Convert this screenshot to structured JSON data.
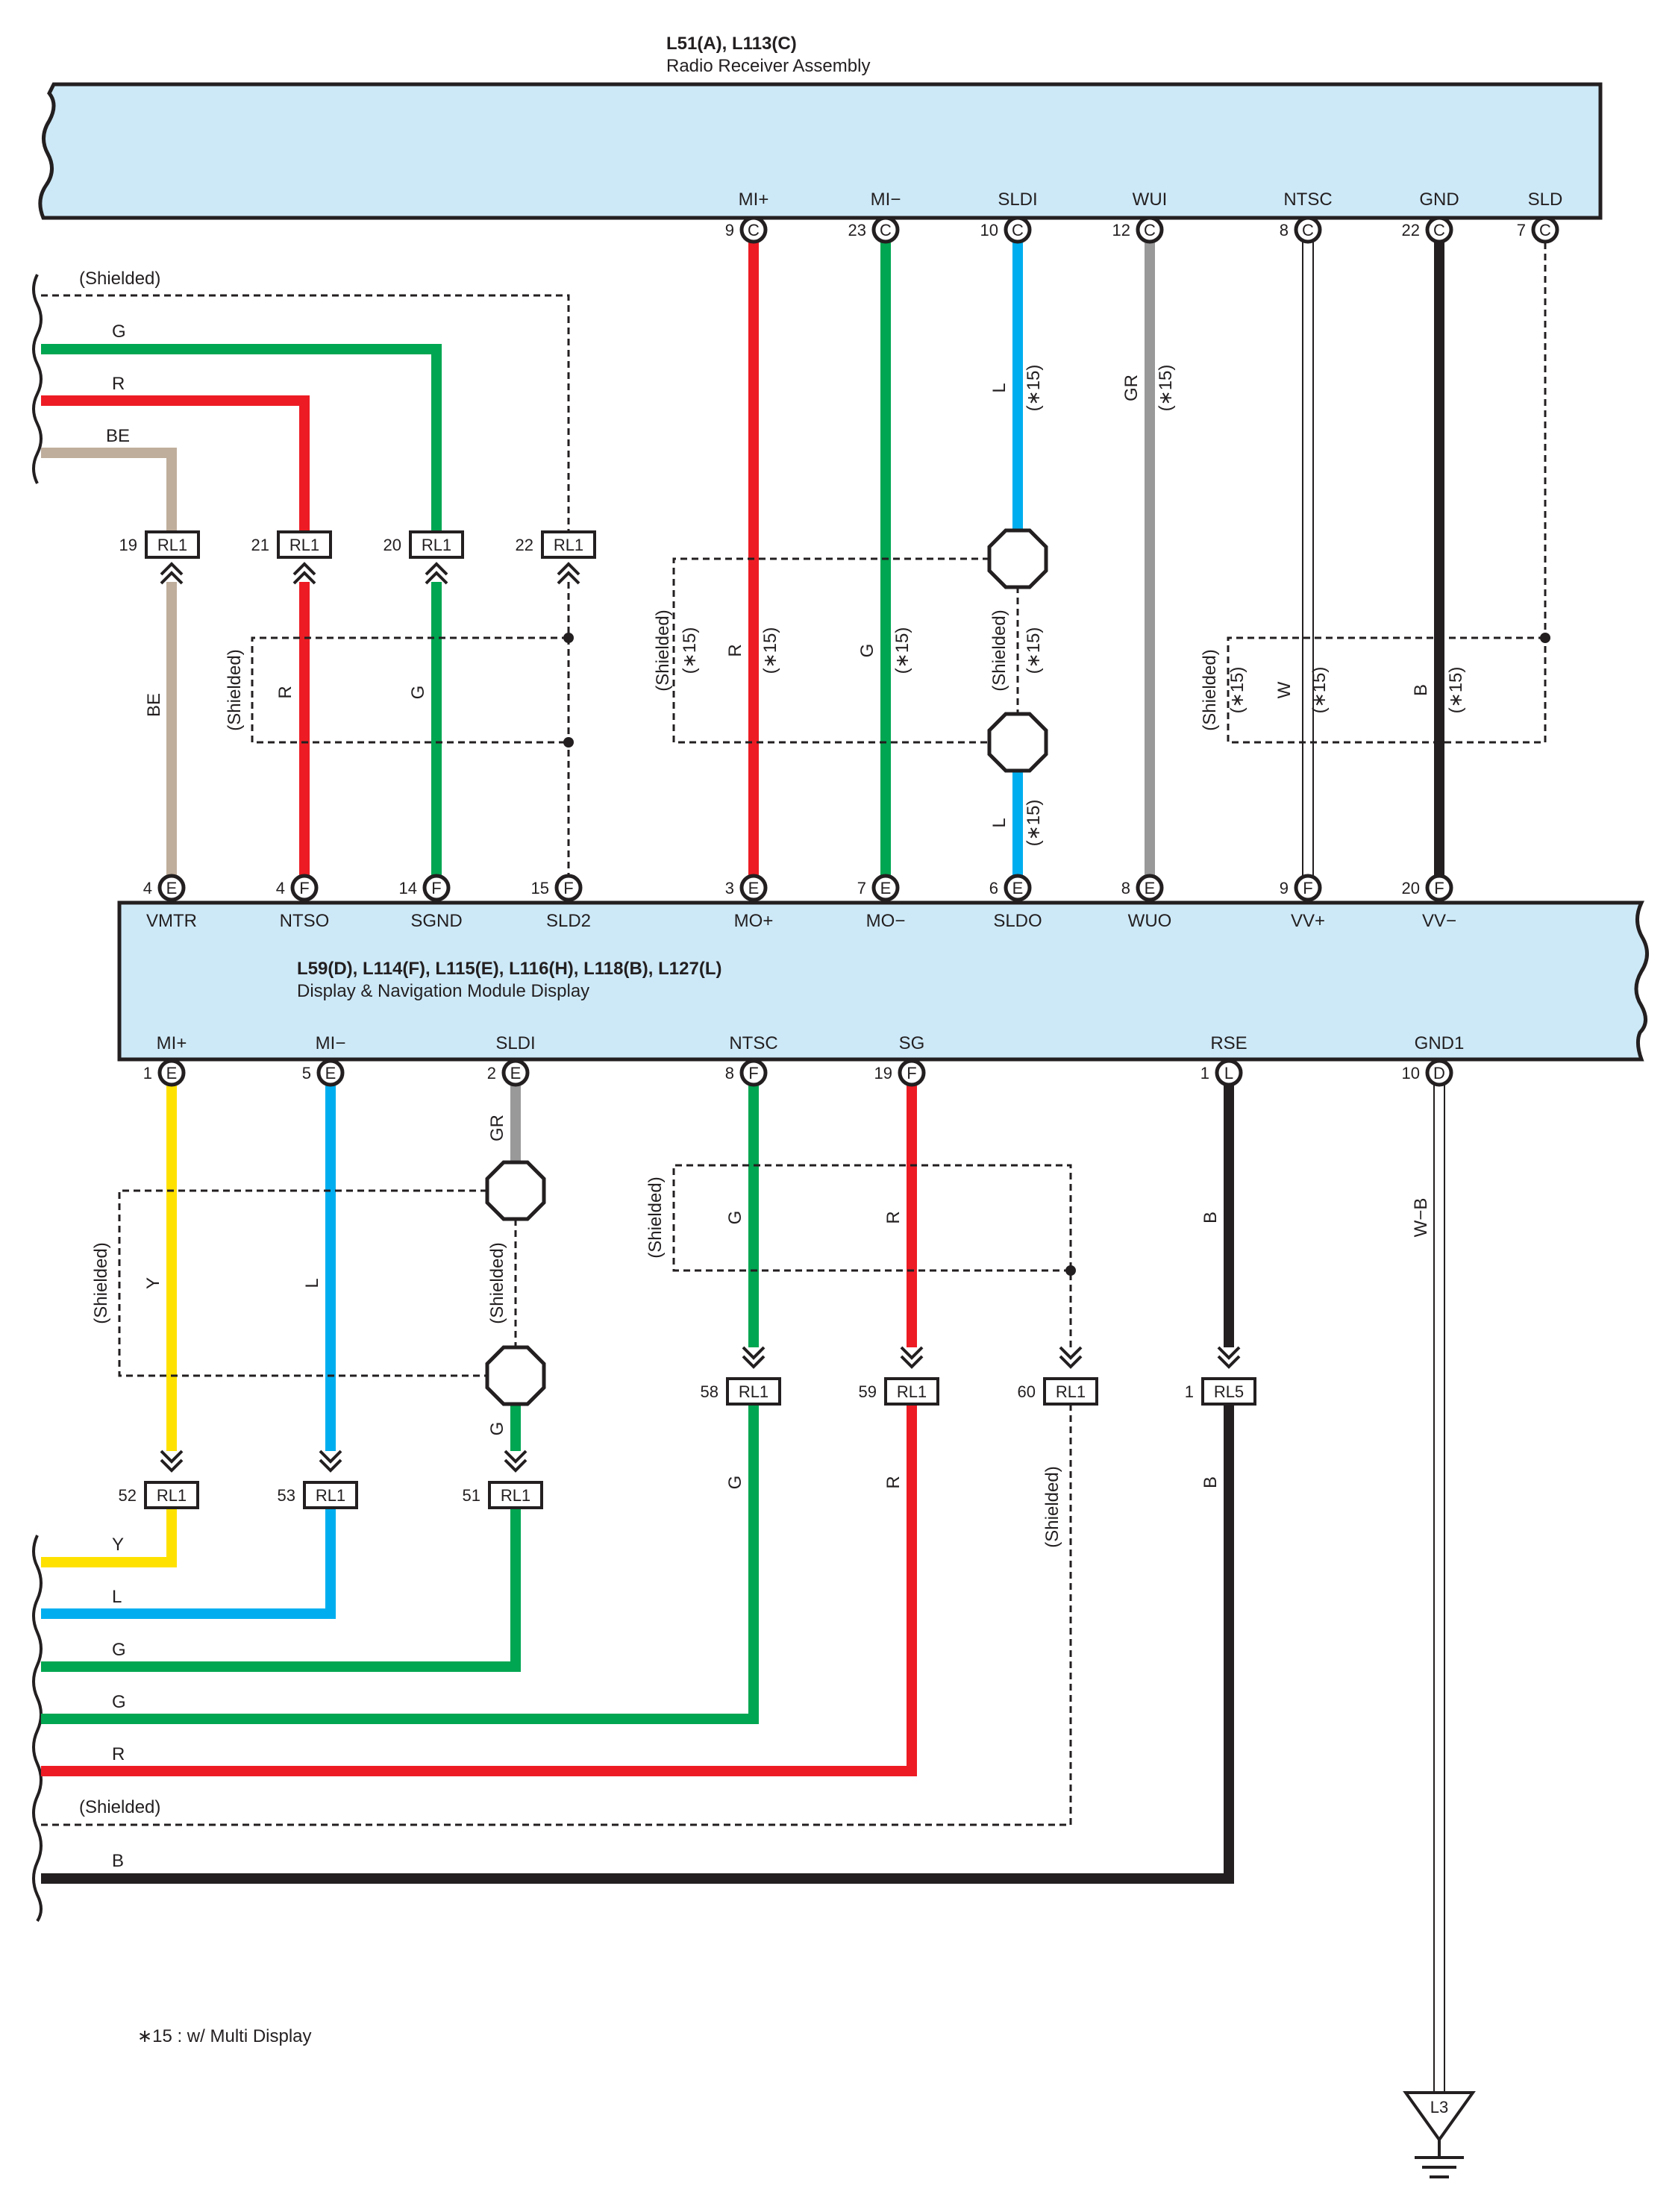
{
  "colors": {
    "module_fill": "#cde9f8",
    "red": "#ed1c24",
    "green": "#00a651",
    "blue": "#00aeef",
    "gray": "#999999",
    "beige": "#bfae9c",
    "yellow": "#ffe100",
    "black": "#231f20",
    "white_wire": "#ffffff"
  },
  "radio_receiver": {
    "title": "L51(A), L113(C)",
    "subtitle": "Radio Receiver Assembly",
    "pins": [
      {
        "id": "mi_plus",
        "name": "MI+",
        "num": "9",
        "conn": "C"
      },
      {
        "id": "mi_minus",
        "name": "MI−",
        "num": "23",
        "conn": "C"
      },
      {
        "id": "sldi",
        "name": "SLDI",
        "num": "10",
        "conn": "C"
      },
      {
        "id": "wui",
        "name": "WUI",
        "num": "12",
        "conn": "C"
      },
      {
        "id": "ntsc",
        "name": "NTSC",
        "num": "8",
        "conn": "C"
      },
      {
        "id": "gnd",
        "name": "GND",
        "num": "22",
        "conn": "C"
      },
      {
        "id": "sld",
        "name": "SLD",
        "num": "7",
        "conn": "C"
      }
    ]
  },
  "display_module": {
    "title": "L59(D), L114(F), L115(E), L116(H), L118(B), L127(L)",
    "subtitle": "Display & Navigation Module Display",
    "top_pins": [
      {
        "id": "vmtr",
        "name": "VMTR",
        "num": "4",
        "conn": "E"
      },
      {
        "id": "ntso",
        "name": "NTSO",
        "num": "4",
        "conn": "F"
      },
      {
        "id": "sgnd",
        "name": "SGND",
        "num": "14",
        "conn": "F"
      },
      {
        "id": "sld2",
        "name": "SLD2",
        "num": "15",
        "conn": "F"
      },
      {
        "id": "mo_plus",
        "name": "MO+",
        "num": "3",
        "conn": "E"
      },
      {
        "id": "mo_minus",
        "name": "MO−",
        "num": "7",
        "conn": "E"
      },
      {
        "id": "sldo",
        "name": "SLDO",
        "num": "6",
        "conn": "E"
      },
      {
        "id": "wuo",
        "name": "WUO",
        "num": "8",
        "conn": "E"
      },
      {
        "id": "vv_plus",
        "name": "VV+",
        "num": "9",
        "conn": "F"
      },
      {
        "id": "vv_minus",
        "name": "VV−",
        "num": "20",
        "conn": "F"
      }
    ],
    "bottom_pins": [
      {
        "id": "mi_plus",
        "name": "MI+",
        "num": "1",
        "conn": "E"
      },
      {
        "id": "mi_minus",
        "name": "MI−",
        "num": "5",
        "conn": "E"
      },
      {
        "id": "sldi",
        "name": "SLDI",
        "num": "2",
        "conn": "E"
      },
      {
        "id": "ntsc",
        "name": "NTSC",
        "num": "8",
        "conn": "F"
      },
      {
        "id": "sg",
        "name": "SG",
        "num": "19",
        "conn": "F"
      },
      {
        "id": "rse",
        "name": "RSE",
        "num": "1",
        "conn": "L"
      },
      {
        "id": "gnd1",
        "name": "GND1",
        "num": "10",
        "conn": "D"
      }
    ]
  },
  "upper_connectors": [
    {
      "id": "rl1_19",
      "num": "19",
      "label": "RL1"
    },
    {
      "id": "rl1_21",
      "num": "21",
      "label": "RL1"
    },
    {
      "id": "rl1_20",
      "num": "20",
      "label": "RL1"
    },
    {
      "id": "rl1_22",
      "num": "22",
      "label": "RL1"
    }
  ],
  "lower_connectors": [
    {
      "id": "rl1_58",
      "num": "58",
      "label": "RL1"
    },
    {
      "id": "rl1_59",
      "num": "59",
      "label": "RL1"
    },
    {
      "id": "rl1_60",
      "num": "60",
      "label": "RL1"
    },
    {
      "id": "rl5_1",
      "num": "1",
      "label": "RL5"
    },
    {
      "id": "rl1_52",
      "num": "52",
      "label": "RL1"
    },
    {
      "id": "rl1_53",
      "num": "53",
      "label": "RL1"
    },
    {
      "id": "rl1_51",
      "num": "51",
      "label": "RL1"
    }
  ],
  "wire_labels": {
    "shielded": "(Shielded)",
    "g": "G",
    "r": "R",
    "be": "BE",
    "l": "L",
    "gr": "GR",
    "w": "W",
    "b": "B",
    "y": "Y",
    "w_b": "W−B",
    "star15": "(∗15)"
  },
  "ground": {
    "label": "L3"
  },
  "footnote": "∗15 : w/ Multi Display"
}
